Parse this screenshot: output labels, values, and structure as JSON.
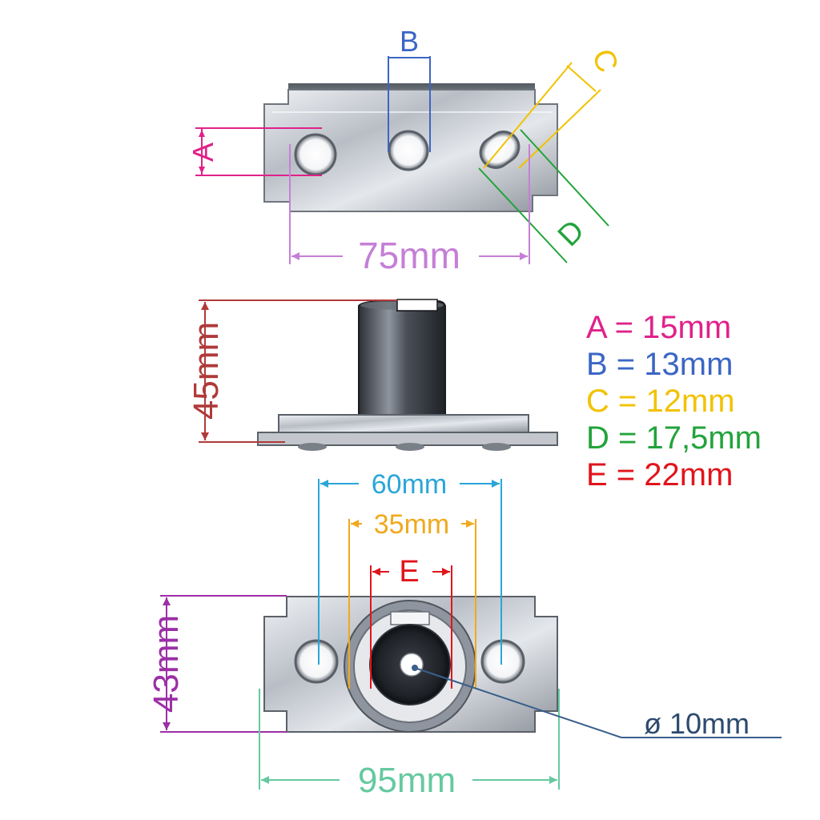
{
  "dimension_labels": {
    "a": "A",
    "b": "B",
    "c": "C",
    "d": "D",
    "e": "E",
    "top_width": "75mm",
    "side_height": "45mm",
    "bottom_outer_width": "60mm",
    "bottom_inner_width": "35mm",
    "bottom_height": "43mm",
    "bottom_total_width": "95mm",
    "hole_diameter": "ø 10mm"
  },
  "legend": [
    {
      "text": "A = 15mm",
      "color": "#e0218a"
    },
    {
      "text": "B = 13mm",
      "color": "#3b66c4"
    },
    {
      "text": "C = 12mm",
      "color": "#f2c200"
    },
    {
      "text": "D = 17,5mm",
      "color": "#22a33b"
    },
    {
      "text": "E = 22mm",
      "color": "#e0151b"
    }
  ],
  "colors": {
    "a": "#e0218a",
    "b": "#3b66c4",
    "c": "#f2c200",
    "d": "#22a33b",
    "e": "#e0151b",
    "top_width": "#c57fd6",
    "side_height": "#b03a3a",
    "bottom_outer_width": "#2aa6d8",
    "bottom_inner_width": "#f0a91e",
    "bottom_height": "#9b2fa6",
    "bottom_total_width": "#66c9a0",
    "hole_diameter": "#3a5f8a",
    "metal_light": "#d9dde2",
    "metal_mid": "#a9afb7",
    "metal_dark": "#4a4f57"
  }
}
